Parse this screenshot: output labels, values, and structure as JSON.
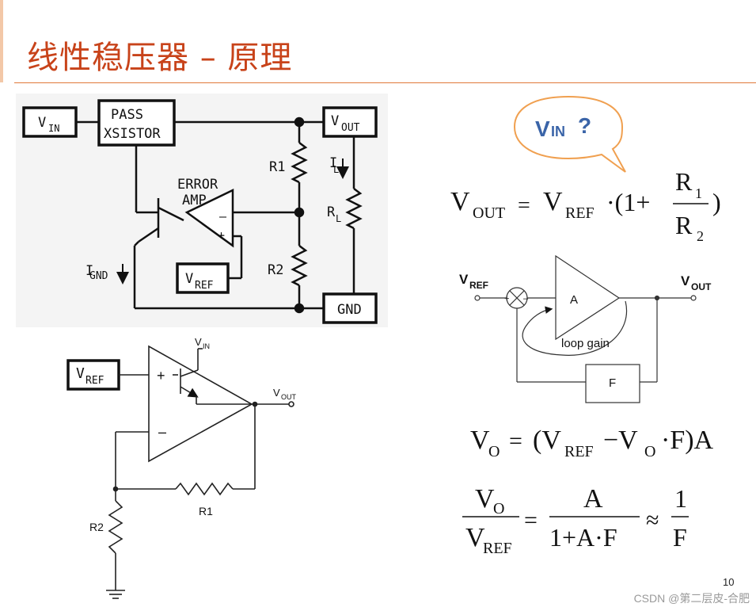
{
  "slide": {
    "title": "线性稳压器 – 原理",
    "page_number": "10",
    "watermark": "CSDN @第二层皮-合肥"
  },
  "circuit1": {
    "vin": "V",
    "vin_sub": "IN",
    "pass_line1": "PASS",
    "pass_line2": "XSISTOR",
    "vout": "V",
    "vout_sub": "OUT",
    "error_line1": "ERROR",
    "error_line2": "AMP",
    "r1": "R1",
    "r2": "R2",
    "il": "I",
    "il_sub": "L",
    "rl": "R",
    "rl_sub": "L",
    "ignd": "I",
    "ignd_sub": "GND",
    "vref": "V",
    "vref_sub": "REF",
    "gnd": "GND",
    "minus": "–",
    "plus": "+"
  },
  "circuit2": {
    "vref": "V",
    "vref_sub": "REF",
    "vin": "V",
    "vin_sub": "IN",
    "vout": "V",
    "vout_sub": "OUT",
    "r1": "R1",
    "r2": "R2",
    "plus": "+",
    "minus": "–"
  },
  "bubble": {
    "text": "V",
    "sub": "IN",
    "q": "?"
  },
  "eq1": {
    "lhs": "V",
    "lhs_sub": "OUT",
    "eq": "=",
    "vref": "V",
    "vref_sub": "REF",
    "mid": "·(1+",
    "num": "R",
    "num_sub": "1",
    "den": "R",
    "den_sub": "2",
    "close": ")"
  },
  "loop": {
    "vref": "V",
    "vref_sub": "REF",
    "vout": "V",
    "vout_sub": "OUT",
    "amp": "A",
    "gain": "loop gain",
    "feedback": "F",
    "plus": "+",
    "minus": "–"
  },
  "eq2": {
    "lhs": "V",
    "lhs_sub": "O",
    "eq": "=",
    "open": "(V",
    "vref_sub": "REF",
    "minus": "−V",
    "vo_sub": "O",
    "tail": "·F)A"
  },
  "eq3": {
    "num": "V",
    "num_sub": "O",
    "den": "V",
    "den_sub": "REF",
    "eq": "=",
    "num2": "A",
    "den2": "1+A·F",
    "approx": "≈",
    "num3": "1",
    "den3": "F"
  }
}
